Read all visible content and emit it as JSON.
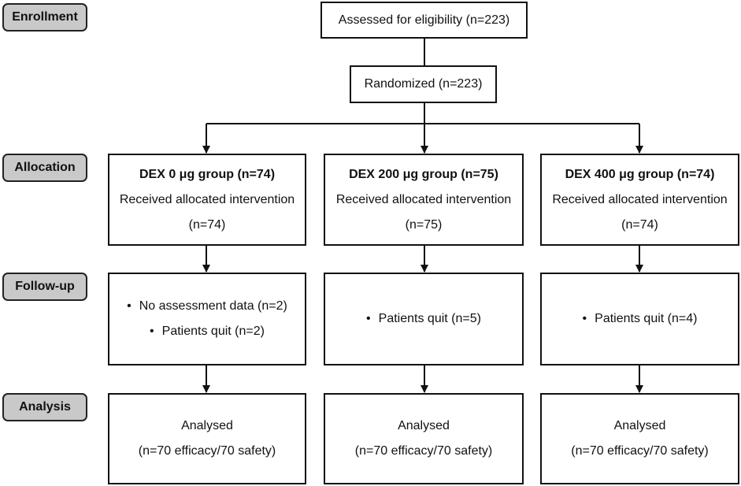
{
  "stages": {
    "enrollment": "Enrollment",
    "allocation": "Allocation",
    "follow_up": "Follow-up",
    "analysis": "Analysis"
  },
  "enrollment": {
    "assessed": "Assessed for eligibility (n=223)",
    "randomized": "Randomized (n=223)"
  },
  "groups": [
    {
      "name": "DEX 0 μg group (n=74)",
      "received": "Received allocated intervention",
      "received_n": "(n=74)",
      "follow_up": [
        "No assessment data (n=2)",
        "Patients quit (n=2)"
      ],
      "analysed": "Analysed",
      "analysed_n": "(n=70 efficacy/70 safety)"
    },
    {
      "name": "DEX 200 μg group (n=75)",
      "received": "Received allocated intervention",
      "received_n": "(n=75)",
      "follow_up": [
        "Patients quit (n=5)"
      ],
      "analysed": "Analysed",
      "analysed_n": "(n=70 efficacy/70 safety)"
    },
    {
      "name": "DEX 400 μg group (n=74)",
      "received": "Received allocated intervention",
      "received_n": "(n=74)",
      "follow_up": [
        "Patients quit (n=4)"
      ],
      "analysed": "Analysed",
      "analysed_n": "(n=70 efficacy/70 safety)"
    }
  ]
}
